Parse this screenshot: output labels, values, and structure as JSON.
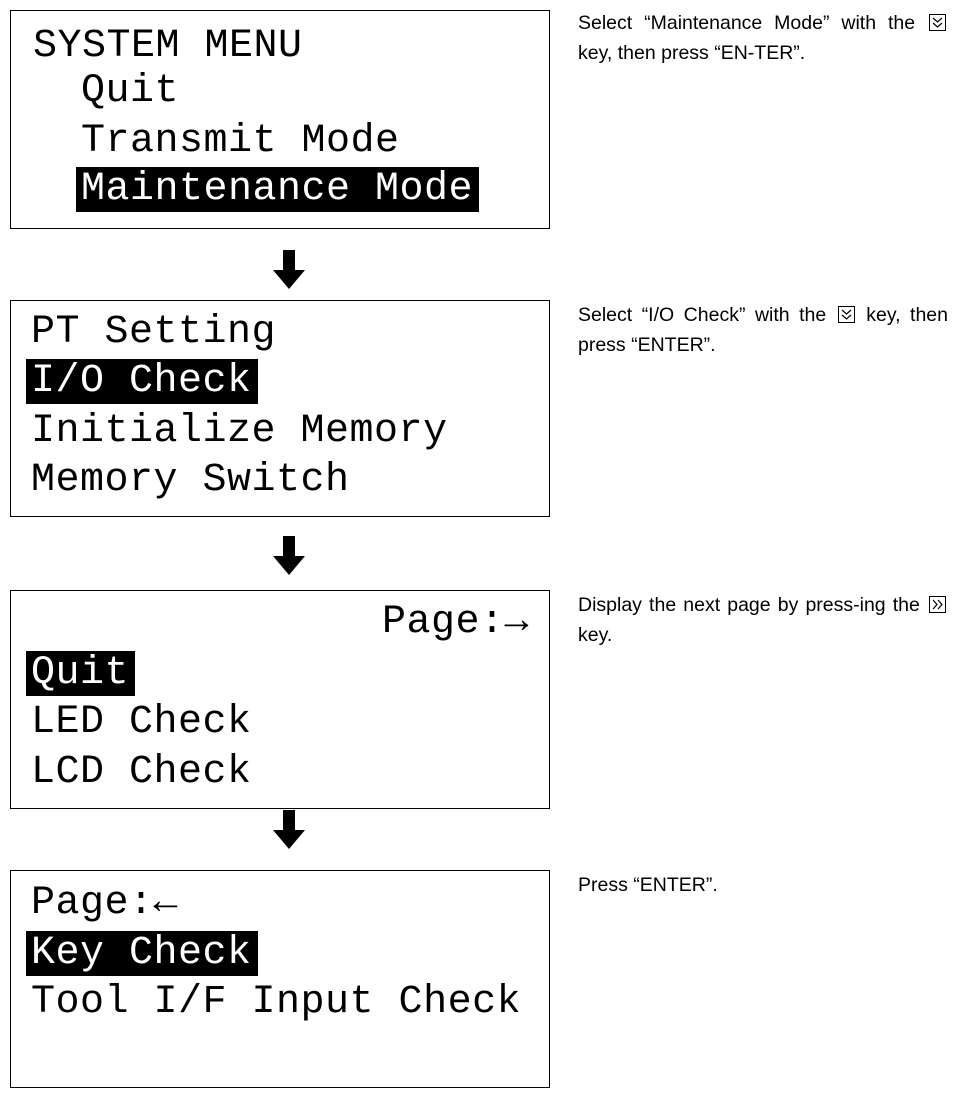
{
  "steps": [
    {
      "screen": {
        "lines": [
          {
            "text": "SYSTEM MENU",
            "highlighted": false
          },
          {
            "text": "Quit",
            "highlighted": false
          },
          {
            "text": "Transmit Mode",
            "highlighted": false
          },
          {
            "text": "Maintenance Mode",
            "highlighted": true
          }
        ]
      },
      "instruction": {
        "before": "Select “Maintenance Mode” with the",
        "key": "down-double-icon",
        "after": "key, then press “EN-TER”."
      }
    },
    {
      "screen": {
        "lines": [
          {
            "text": "PT Setting",
            "highlighted": false
          },
          {
            "text": "I/O Check",
            "highlighted": true
          },
          {
            "text": "Initialize Memory",
            "highlighted": false
          },
          {
            "text": "Memory Switch",
            "highlighted": false
          }
        ]
      },
      "instruction": {
        "before": "Select “I/O Check” with the",
        "key": "down-double-icon",
        "after": "key, then press “ENTER”."
      }
    },
    {
      "screen": {
        "lines": [
          {
            "text": "Page:→",
            "highlighted": false
          },
          {
            "text": "Quit",
            "highlighted": true
          },
          {
            "text": "LED Check",
            "highlighted": false
          },
          {
            "text": "LCD Check",
            "highlighted": false
          }
        ]
      },
      "instruction": {
        "before": "Display the next page by press-ing the",
        "key": "right-double-icon",
        "after": "key."
      }
    },
    {
      "screen": {
        "lines": [
          {
            "text": "Page:←",
            "highlighted": false
          },
          {
            "text": "Key Check",
            "highlighted": true
          },
          {
            "text": "Tool I/F Input Check",
            "highlighted": false
          }
        ]
      },
      "instruction": {
        "before": "Press “ENTER”.",
        "key": "",
        "after": ""
      }
    }
  ]
}
